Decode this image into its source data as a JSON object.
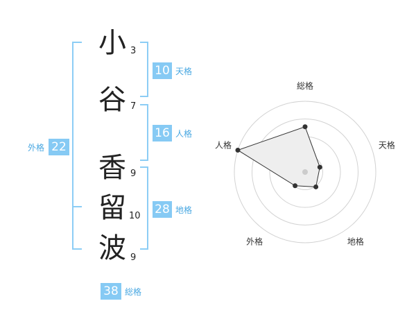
{
  "name": {
    "characters": [
      {
        "char": "小",
        "strokes": "3"
      },
      {
        "char": "谷",
        "strokes": "7"
      },
      {
        "char": "香",
        "strokes": "9"
      },
      {
        "char": "留",
        "strokes": "10"
      },
      {
        "char": "波",
        "strokes": "9"
      }
    ]
  },
  "fortune": {
    "tenkaku": {
      "value": "10",
      "label": "天格"
    },
    "jinkaku": {
      "value": "16",
      "label": "人格"
    },
    "chikaku": {
      "value": "28",
      "label": "地格"
    },
    "gaikaku": {
      "value": "22",
      "label": "外格"
    },
    "soukaku": {
      "value": "38",
      "label": "総格"
    }
  },
  "colors": {
    "accent": "#86caf4",
    "accent_text": "#4aa8e2",
    "bracket": "#8ccdf5",
    "ring": "#d2d2d2",
    "polygon_fill": "#eeeeee",
    "vertex": "#333333"
  },
  "chart_data": {
    "type": "radar",
    "axes": [
      "総格",
      "天格",
      "地格",
      "外格",
      "人格"
    ],
    "values": [
      0.64,
      0.22,
      0.26,
      0.24,
      1.0
    ],
    "range": [
      0,
      1
    ],
    "rings": 4
  }
}
